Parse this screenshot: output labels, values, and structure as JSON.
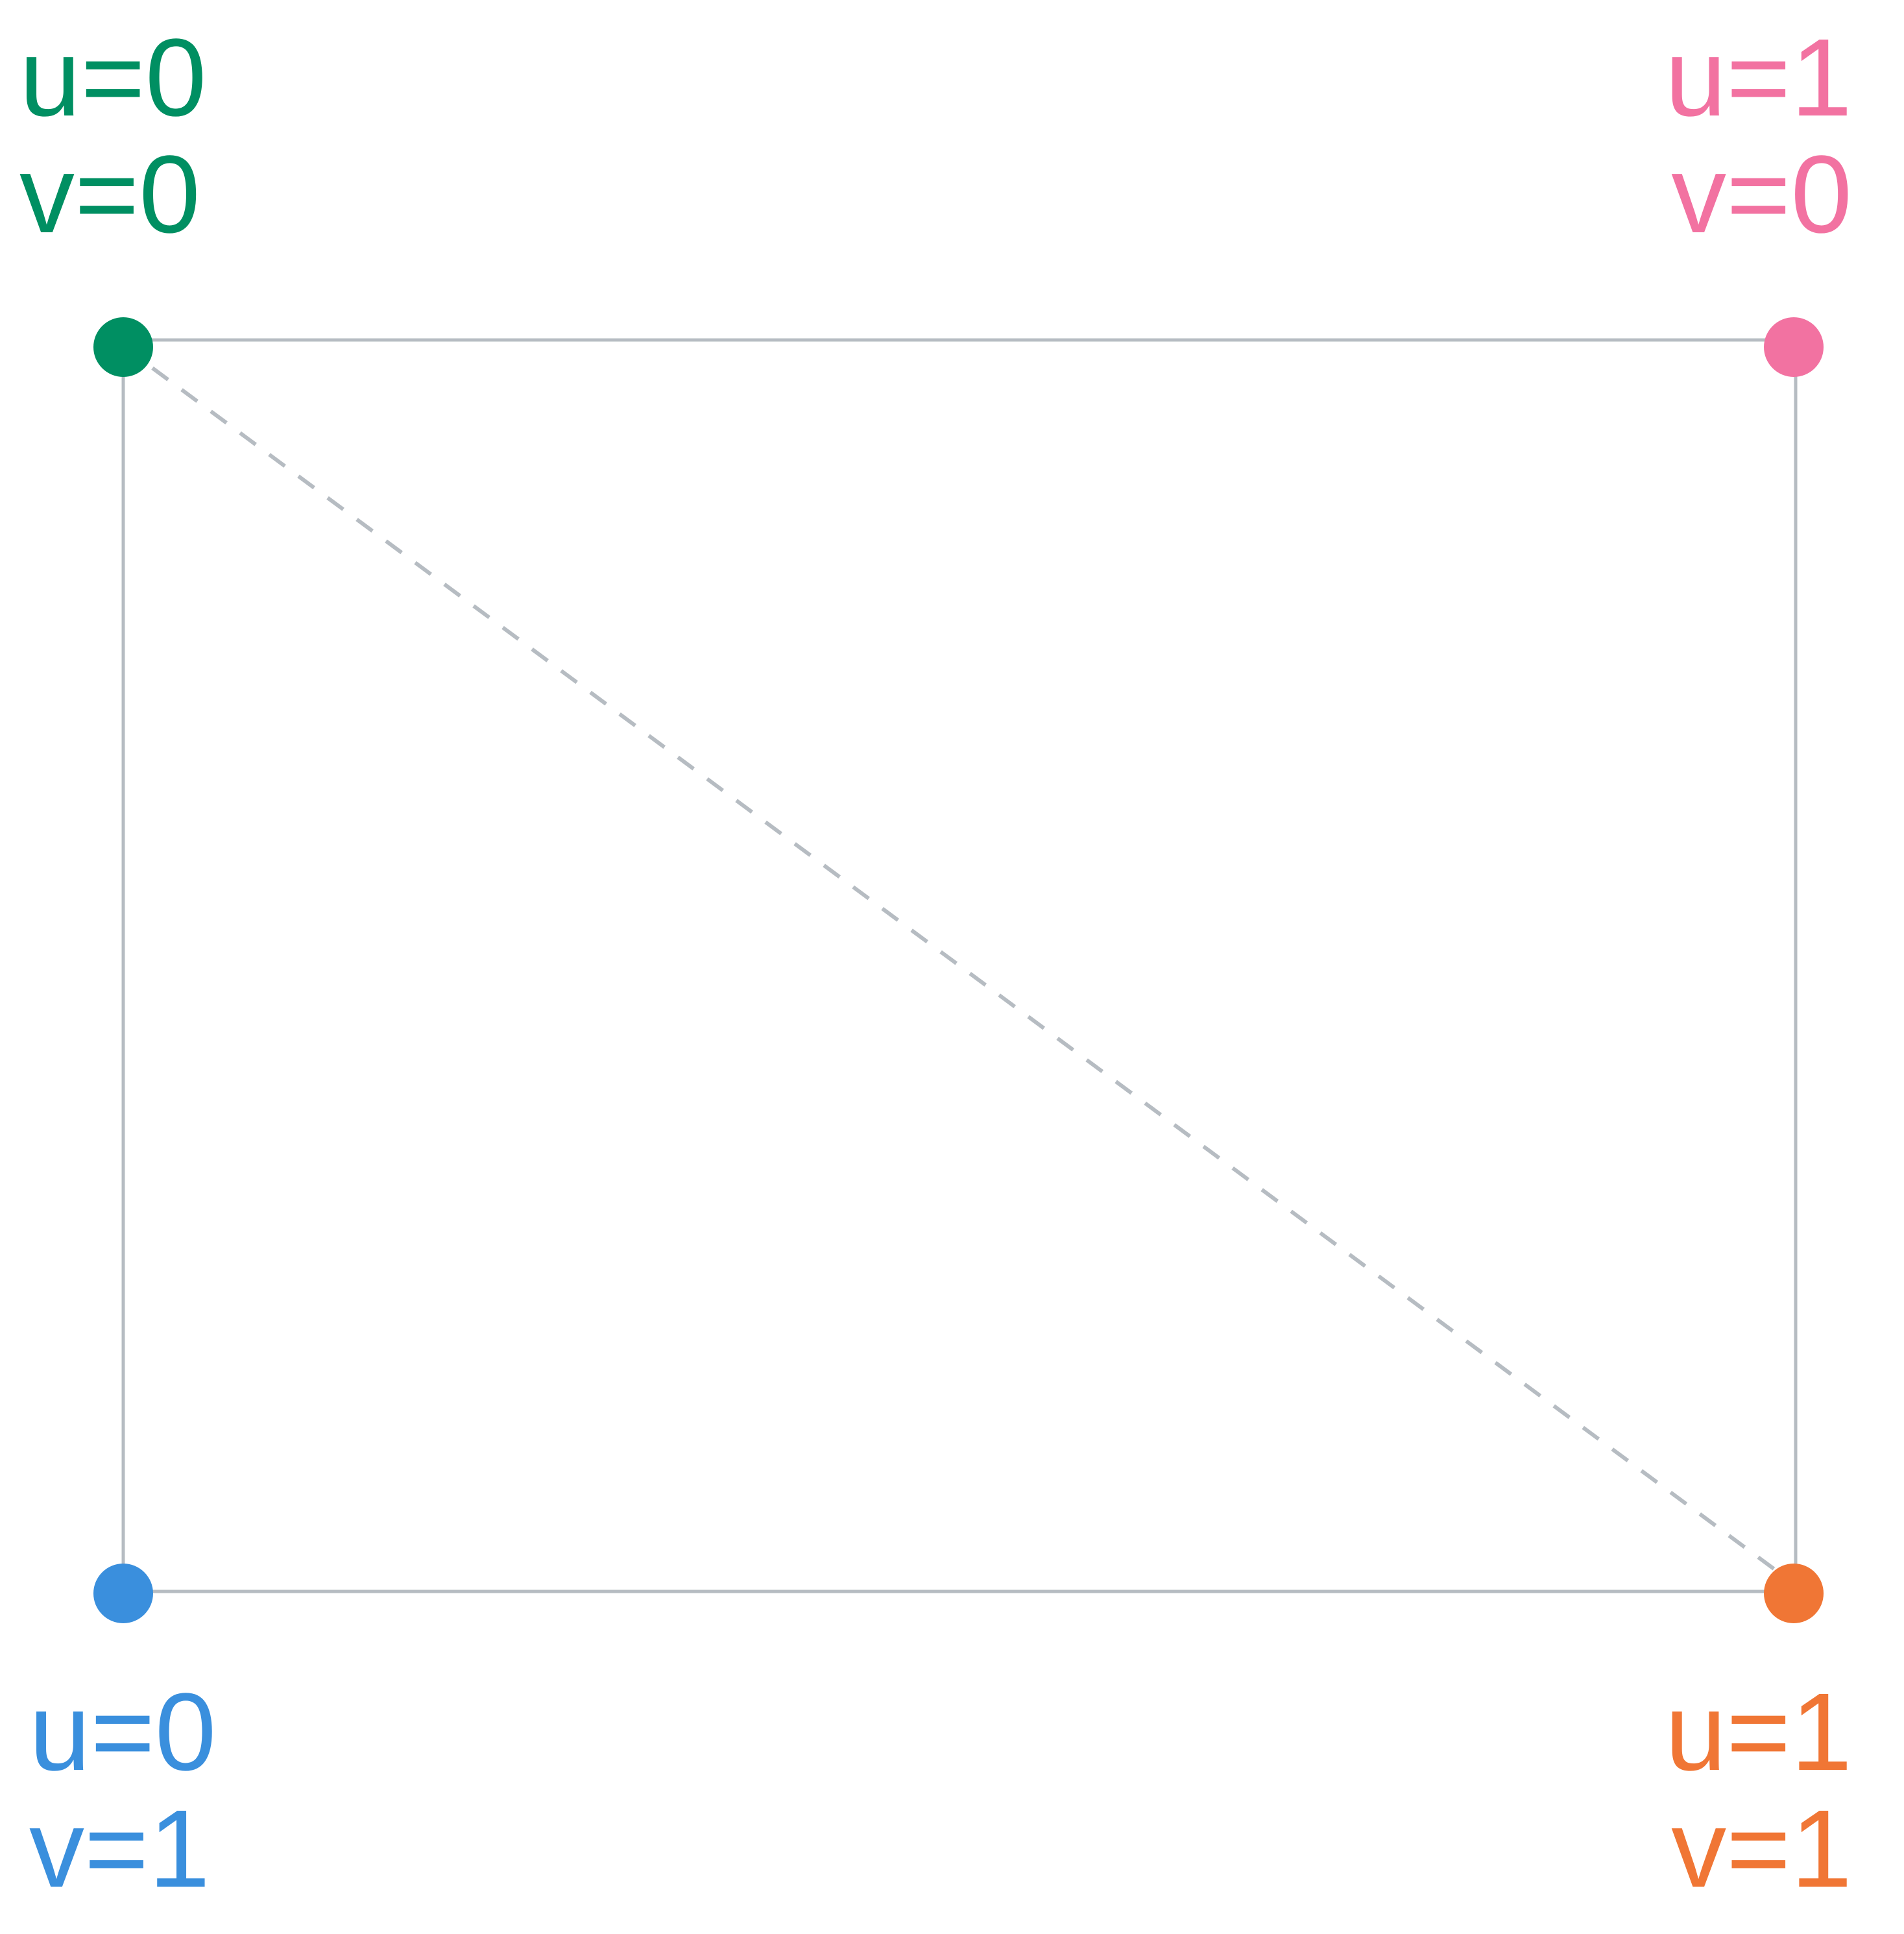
{
  "corners": {
    "top_left": {
      "u_text": "u=0",
      "v_text": "v=0",
      "color": "#008F62"
    },
    "top_right": {
      "u_text": "u=1",
      "v_text": "v=0",
      "color": "#F272A1"
    },
    "bottom_left": {
      "u_text": "u=0",
      "v_text": "v=1",
      "color": "#3A8FDD"
    },
    "bottom_right": {
      "u_text": "u=1",
      "v_text": "v=1",
      "color": "#F07635"
    }
  },
  "edge_color": "#B6BCC2",
  "diagonal_color": "#B6BCC2"
}
